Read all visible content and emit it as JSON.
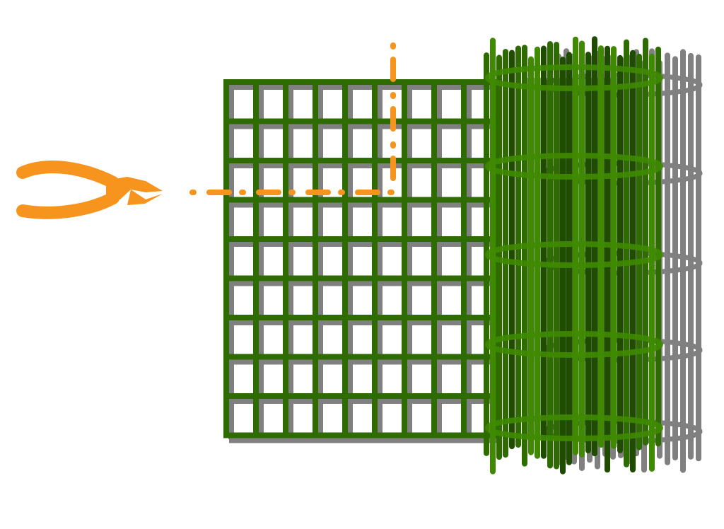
{
  "colors": {
    "mesh": "#2e6b00",
    "mesh_light": "#3f8a00",
    "mesh_dark": "#1f4d00",
    "shadow": "#808080",
    "cut_line": "#f7941d",
    "pliers": "#f7941d"
  },
  "icons": [
    "pliers-icon",
    "wire-mesh-roll",
    "flat-wire-mesh",
    "cut-line"
  ]
}
